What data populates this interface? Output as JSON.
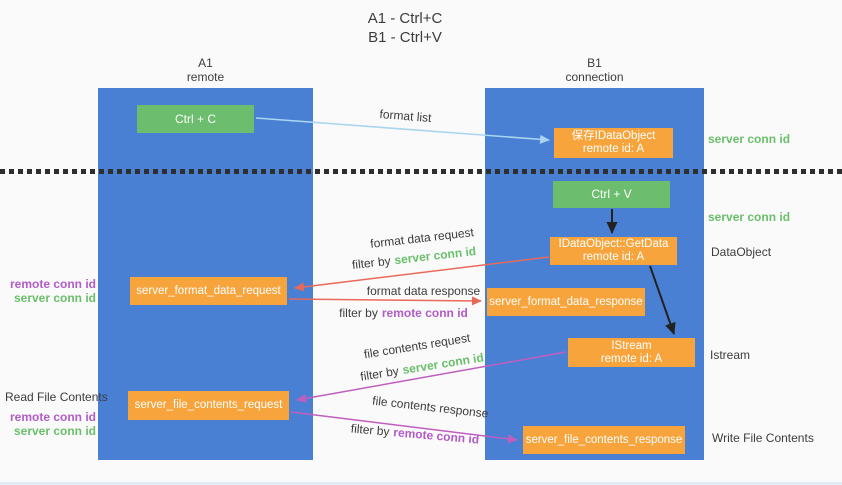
{
  "title": {
    "line1": "A1 - Ctrl+C",
    "line2": "B1 - Ctrl+V"
  },
  "lanes": {
    "left": {
      "name": "A1",
      "role": "remote"
    },
    "right": {
      "name": "B1",
      "role": "connection"
    }
  },
  "boxes": {
    "ctrl_c": {
      "label": "Ctrl + C"
    },
    "ctrl_v": {
      "label": "Ctrl + V"
    },
    "save_dataobject": {
      "line1": "保存IDataObject",
      "line2": "remote id: A"
    },
    "getdata": {
      "line1": "IDataObject::GetData",
      "line2": "remote id: A"
    },
    "istream": {
      "line1": "IStream",
      "line2": "remote id: A"
    },
    "format_request": {
      "label": "server_format_data_request"
    },
    "format_response": {
      "label": "server_format_data_response"
    },
    "file_request": {
      "label": "server_file_contents_request"
    },
    "file_response": {
      "label": "server_file_contents_response"
    }
  },
  "arrows": {
    "format_list": {
      "label": "format list"
    },
    "format_data_request": {
      "label": "format data request",
      "filter_prefix": "filter by",
      "filter_key": "server conn id"
    },
    "format_data_response": {
      "label": "format data response",
      "filter_prefix": "filter by",
      "filter_key": "remote conn id"
    },
    "file_contents_request": {
      "label": "file contents request",
      "filter_prefix": "filter by",
      "filter_key": "server conn id"
    },
    "file_contents_response": {
      "label": "file contents response",
      "filter_prefix": "filter by",
      "filter_key": "remote conn id"
    }
  },
  "side_labels": {
    "server_conn_id_top": "server conn id",
    "server_conn_id_mid": "server conn id",
    "dataobject": "DataObject",
    "istream": "Istream",
    "write_file_contents": "Write File Contents",
    "read_file_contents": "Read File Contents",
    "remote_conn_id": "remote conn id",
    "server_conn_id": "server conn id"
  },
  "colors": {
    "lane_blue": "#4a80d4",
    "box_green": "#6dbd6e",
    "box_orange": "#f7a43c",
    "arrow_blue": "#a9d5f0",
    "arrow_red": "#e8695a",
    "arrow_purple": "#c05ec0",
    "label_green": "#6abf6b",
    "label_purple": "#b15cc8",
    "text_dark": "#3c3c3c"
  }
}
